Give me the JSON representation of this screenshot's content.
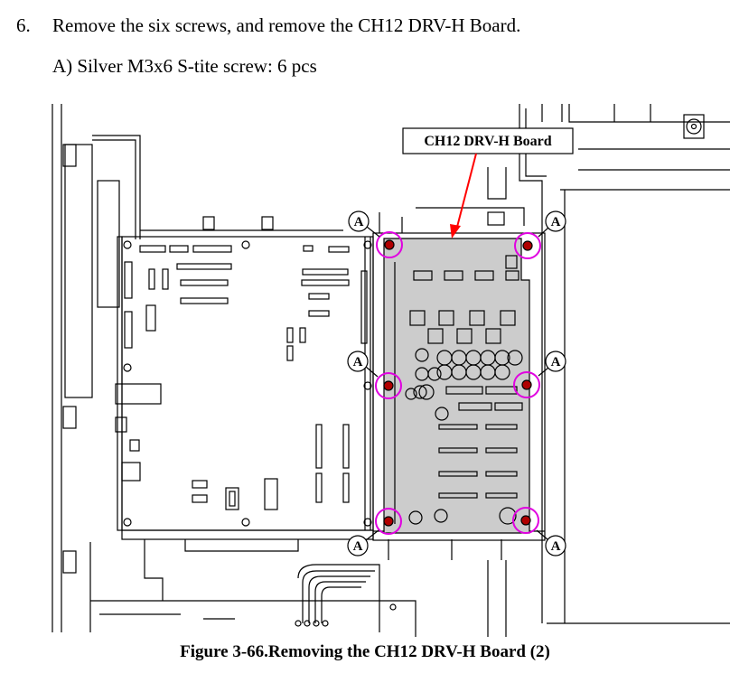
{
  "step": {
    "number": "6.",
    "text": "Remove the six screws, and remove the CH12 DRV-H Board."
  },
  "screw_spec": "A) Silver M3x6 S-tite screw: 6 pcs",
  "figure": {
    "callout_label": "CH12 DRV-H Board",
    "screw_letter": "A",
    "caption": "Figure 3-66.Removing the CH12 DRV-H Board (2)",
    "highlight_color": "#e000e0",
    "screw_color": "#b00000",
    "board_fill": "#cccccc",
    "arrow_color": "#ff0000"
  }
}
